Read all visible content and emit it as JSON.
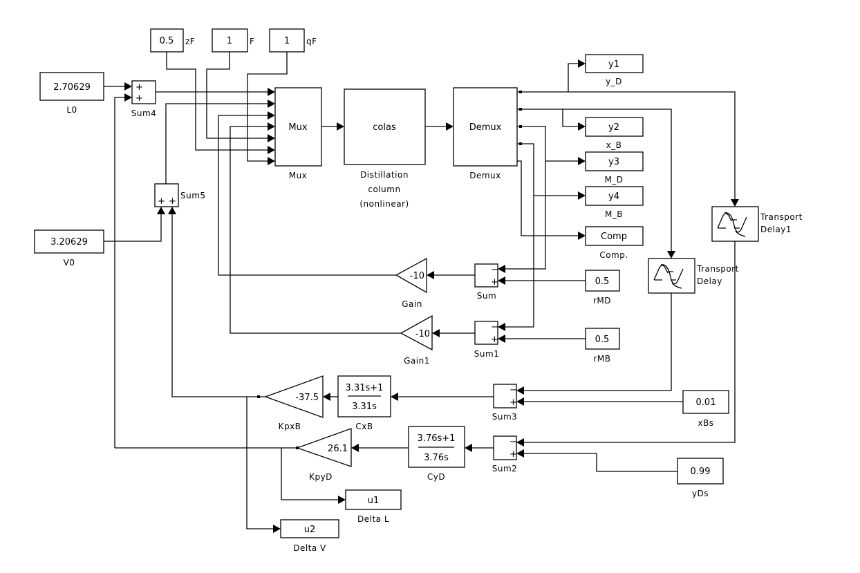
{
  "diagram": {
    "type": "simulink-block-diagram",
    "blocks": {
      "L0": {
        "value": "2.70629",
        "label": "L0"
      },
      "V0": {
        "value": "3.20629",
        "label": "V0"
      },
      "zF": {
        "value": "0.5",
        "label": "zF"
      },
      "F": {
        "value": "1",
        "label": "F"
      },
      "qF": {
        "value": "1",
        "label": "qF"
      },
      "Sum4": {
        "signs": [
          "+",
          "+"
        ],
        "label": "Sum4"
      },
      "Sum5": {
        "signs": [
          "+",
          "+"
        ],
        "label": "Sum5"
      },
      "Mux": {
        "text": "Mux",
        "label": "Mux",
        "inputs": 7
      },
      "colas": {
        "text": "colas",
        "label_lines": [
          "Distillation",
          "column",
          "(nonlinear)"
        ]
      },
      "Demux": {
        "text": "Demux",
        "label": "Demux",
        "outputs": 5
      },
      "y1": {
        "text": "y1",
        "label": "y_D"
      },
      "y2": {
        "text": "y2",
        "label": "x_B"
      },
      "y3": {
        "text": "y3",
        "label": "M_D"
      },
      "y4": {
        "text": "y4",
        "label": "M_B"
      },
      "Comp": {
        "text": "Comp",
        "label": "Comp."
      },
      "TransportDelay1": {
        "label_lines": [
          "Transport",
          "Delay1"
        ]
      },
      "TransportDelay": {
        "label_lines": [
          "Transport",
          "Delay"
        ]
      },
      "Gain": {
        "value": "-10",
        "label": "Gain"
      },
      "Gain1": {
        "value": "-10",
        "label": "Gain1"
      },
      "Sum": {
        "signs": [
          "−",
          "+"
        ],
        "label": "Sum"
      },
      "Sum1": {
        "signs": [
          "−",
          "+"
        ],
        "label": "Sum1"
      },
      "rMD": {
        "value": "0.5",
        "label": "rMD"
      },
      "rMB": {
        "value": "0.5",
        "label": "rMB"
      },
      "KpxB": {
        "value": "-37.5",
        "label": "KpxB"
      },
      "CxB": {
        "numerator": "3.31s+1",
        "denominator": "3.31s",
        "label": "CxB"
      },
      "Sum3": {
        "signs": [
          "−",
          "+"
        ],
        "label": "Sum3"
      },
      "xBs": {
        "value": "0.01",
        "label": "xBs"
      },
      "KpyD": {
        "value": "26.1",
        "label": "KpyD"
      },
      "CyD": {
        "numerator": "3.76s+1",
        "denominator": "3.76s",
        "label": "CyD"
      },
      "Sum2": {
        "signs": [
          "−",
          "+"
        ],
        "label": "Sum2"
      },
      "yDs": {
        "value": "0.99",
        "label": "yDs"
      },
      "u1": {
        "text": "u1",
        "label": "Delta L"
      },
      "u2": {
        "text": "u2",
        "label": "Delta V"
      }
    }
  }
}
